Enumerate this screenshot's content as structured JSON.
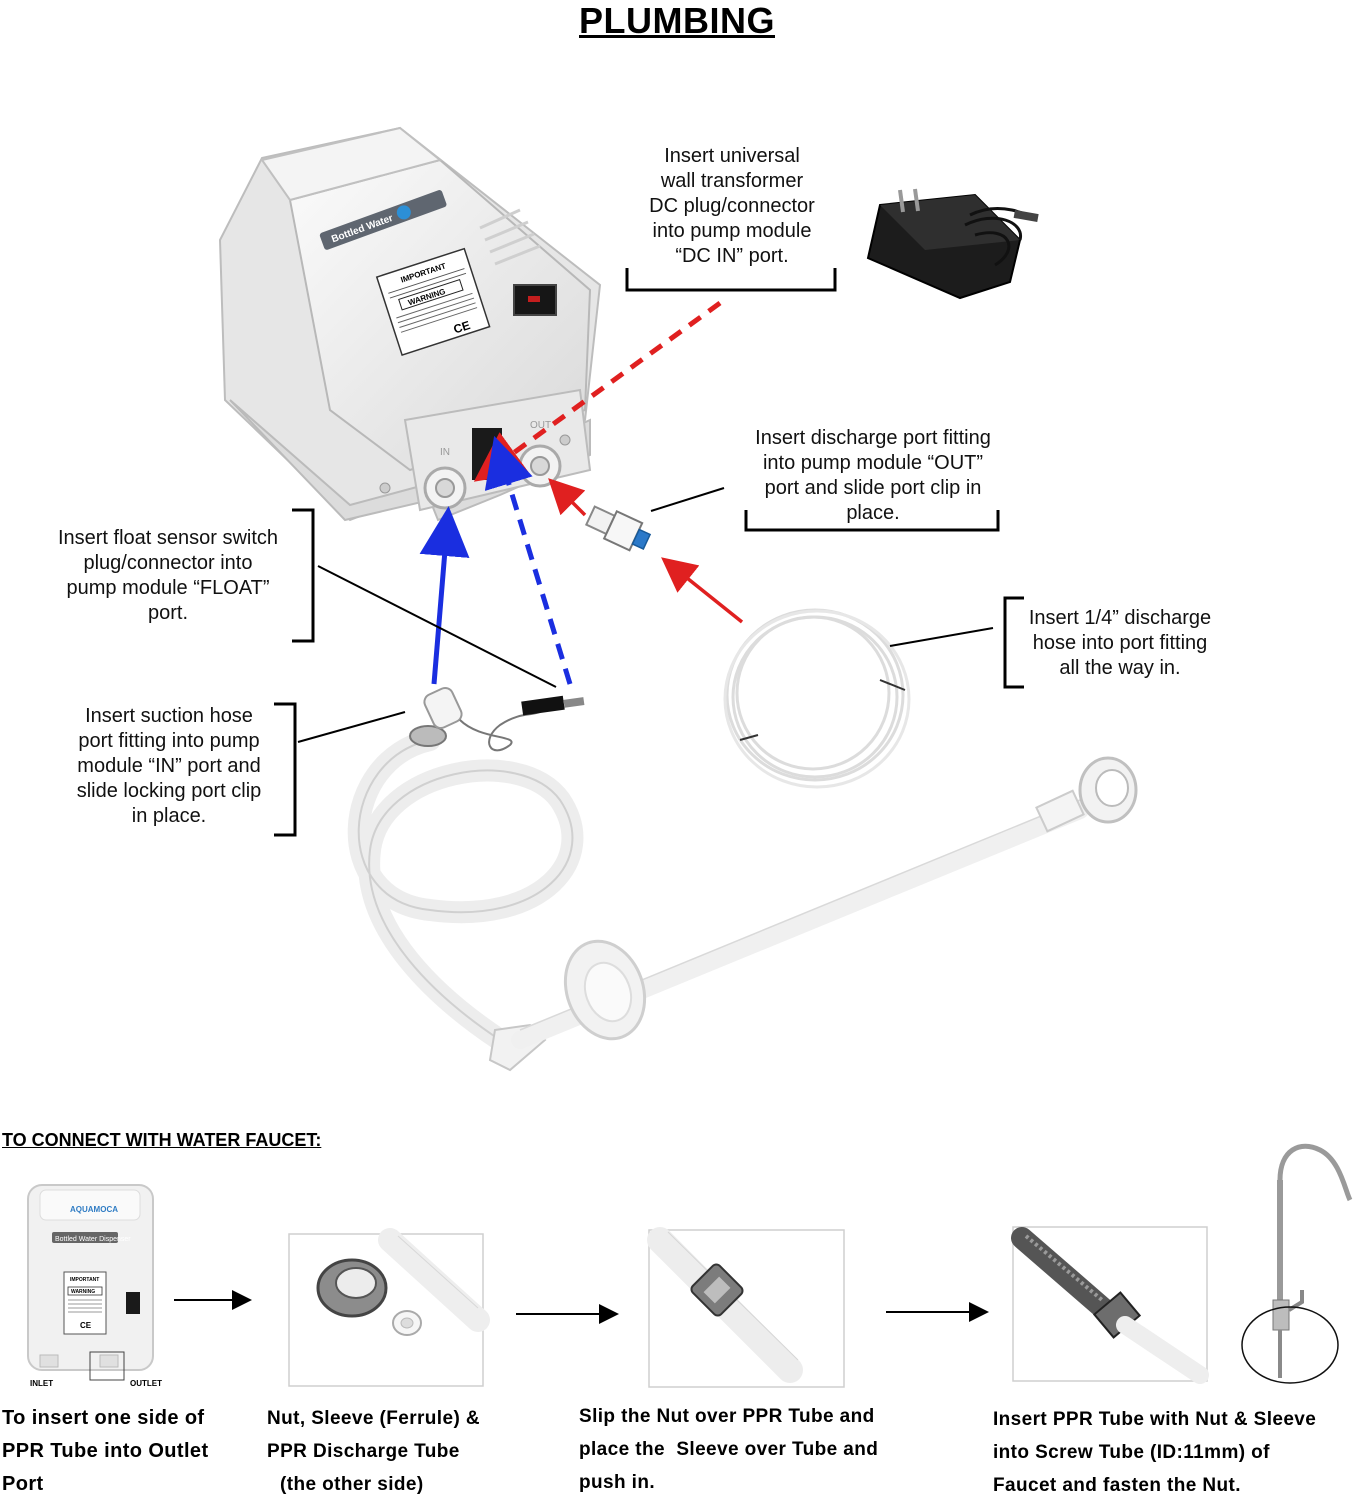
{
  "title": "PLUMBING",
  "callouts": {
    "dc_in": [
      "Insert universal",
      "wall transformer",
      "DC plug/connector",
      "into pump module",
      "“DC IN” port."
    ],
    "out_port": [
      "Insert discharge port fitting",
      "into pump module “OUT”",
      "port and slide port clip in",
      "place."
    ],
    "float": [
      "Insert float sensor switch",
      "plug/connector into",
      "pump module “FLOAT”",
      "port."
    ],
    "hose": [
      "Insert 1/4” discharge",
      "hose into port fitting",
      "all the way in."
    ],
    "suction": [
      "Insert suction hose",
      "port fitting into pump",
      "module “IN” port and",
      "slide locking port clip",
      "in place."
    ]
  },
  "pump_labels": {
    "brand": "Bottled Water",
    "important": "IMPORTANT",
    "warning": "WARNING",
    "ce": "CE",
    "port_in": "IN",
    "port_out": "OUT"
  },
  "faucet_section": {
    "title": "TO CONNECT WITH WATER FAUCET:",
    "small_pump": {
      "logo": "AQUAMOCA",
      "brand": "Bottled Water Dispenser",
      "important": "IMPORTANT",
      "warning": "WARNING",
      "ce": "CE",
      "inlet": "INLET",
      "outlet": "OUTLET"
    },
    "steps": [
      [
        "To insert one side of",
        "PPR Tube into Outlet",
        "Port"
      ],
      [
        "Nut, Sleeve (Ferrule) &",
        "PPR Discharge Tube",
        "(the other side)"
      ],
      [
        "Slip the Nut over PPR Tube and",
        "place the  Sleeve over Tube and",
        "push in."
      ],
      [
        "Insert PPR Tube with Nut & Sleeve",
        "into Screw Tube (ID:11mm) of",
        "Faucet and fasten the Nut."
      ]
    ]
  },
  "colors": {
    "red_arrow": "#e02020",
    "blue_arrow": "#1a2ee0",
    "pump_body": "#ececec"
  }
}
